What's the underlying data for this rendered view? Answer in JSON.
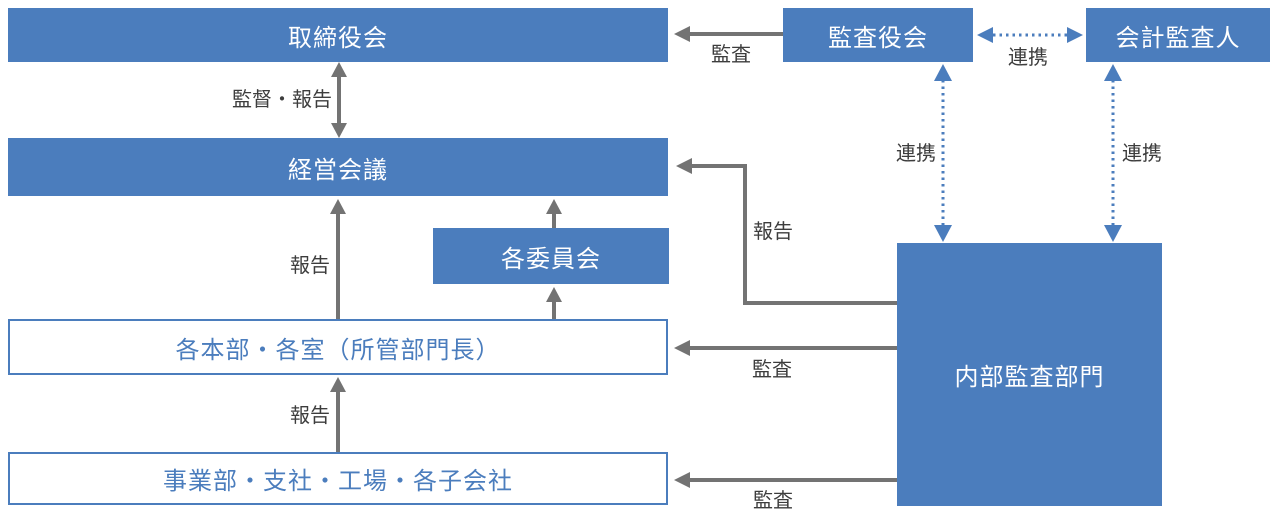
{
  "diagram_title": "corporate-governance-structure",
  "boxes": {
    "board": "取締役会",
    "management": "経営会議",
    "committees": "各委員会",
    "audit_board": "監査役会",
    "accounting_auditor": "会計監査人",
    "internal_audit": "内部監査部門",
    "divisions": "各本部・各室（所管部門長）",
    "business_units": "事業部・支社・工場・各子会社"
  },
  "labels": {
    "supervise_report": "監督・報告",
    "audit_top": "監査",
    "report_upper": "報告",
    "report_lower": "報告",
    "report_elbow": "報告",
    "audit_mid": "監査",
    "audit_bottom": "監査",
    "renkei_top": "連携",
    "renkei_left": "連携",
    "renkei_right": "連携"
  },
  "colors": {
    "box_blue": "#4b7dbd",
    "arrow_gray": "#737373",
    "label_text": "#3d3d3d",
    "box_text": "#ffffff",
    "background": "#ffffff"
  }
}
